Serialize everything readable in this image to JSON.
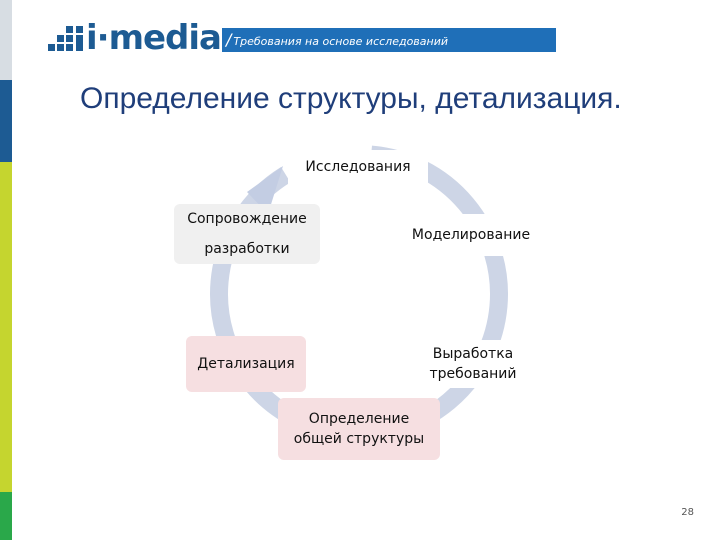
{
  "logo": {
    "text": "i·media"
  },
  "header": {
    "slash": "/",
    "subtitle": "Требования на основе исследований"
  },
  "title": "Определение структуры, детализация.",
  "diagram": {
    "nodes": {
      "research": "Исследования",
      "support_line1": "Сопровождение",
      "support_line2": "разработки",
      "modeling": "Моделирование",
      "detailing": "Детализация",
      "requirements_line1": "Выработка",
      "requirements_line2": "требований",
      "overall_line1": "Определение",
      "overall_line2": "общей структуры"
    }
  },
  "page_number": "28",
  "colors": {
    "brand_blue": "#1d5b93",
    "banner_blue": "#1f6fb8",
    "lime": "#c5d52f",
    "green": "#2aa84a",
    "cycle_arrow": "#cdd5e6",
    "pink_box": "#f6dfe1"
  }
}
